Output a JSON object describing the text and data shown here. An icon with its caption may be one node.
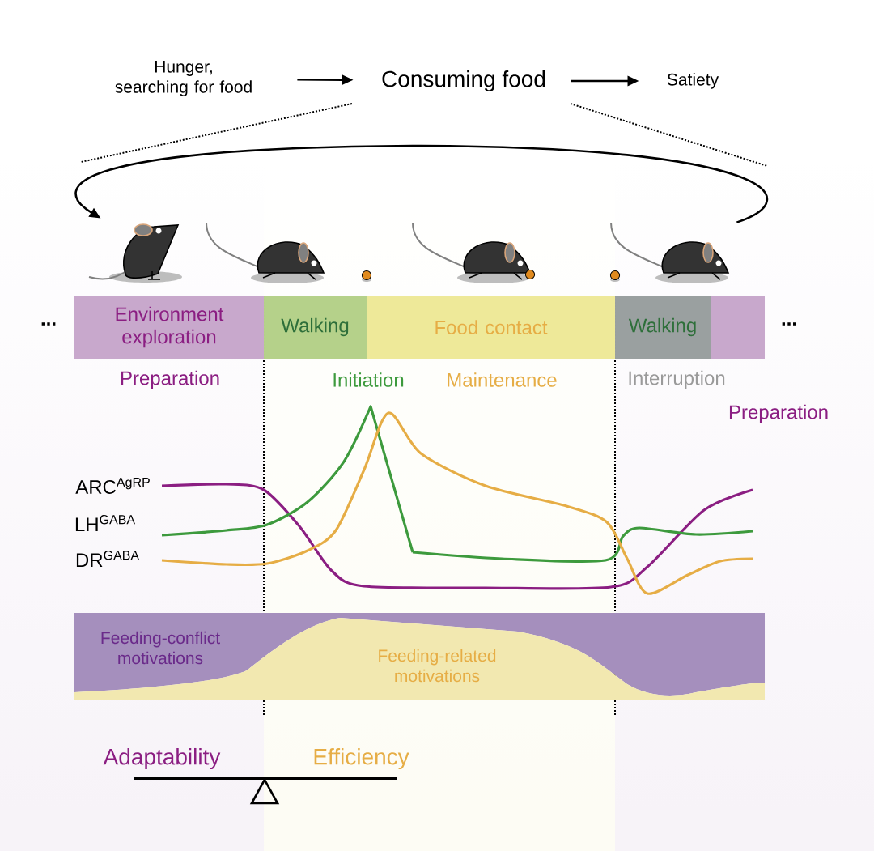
{
  "diagram": {
    "nodes": [
      {
        "text": [
          "Hunger, searching for food"
        ]
      },
      {
        "text": [
          "Consuming food"
        ]
      },
      {
        "text": [
          "Satiety"
        ]
      },
      {
        "text": [],
        "shape": "picture"
      },
      {
        "text": [],
        "shape": "picture"
      },
      {
        "text": [],
        "shape": "picture"
      },
      {
        "text": [],
        "shape": "picture"
      },
      {
        "text": [
          "Environment exploration"
        ]
      },
      {
        "text": [
          "Walking"
        ]
      },
      {
        "text": [
          "Food contact"
        ]
      },
      {
        "text": [
          "Walking"
        ]
      },
      {
        "text": [],
        "shape": "bar"
      },
      {
        "text": [
          "Feeding-conflict motivations"
        ]
      },
      {
        "text": [
          "Feeding-related motivations"
        ]
      }
    ],
    "edges": [
      {
        "from": 0,
        "to": 1,
        "arrow": "to"
      },
      {
        "from": 1,
        "to": 2,
        "arrow": "to"
      },
      {
        "from": 6,
        "to": 3,
        "arrow": "to"
      }
    ],
    "labels": [
      "...",
      "...",
      "Preparation",
      "Initiation",
      "Maintenance",
      "Interruption",
      "Preparation",
      "ARC$^{AgRP}$",
      "LH$^{GABA}$",
      "DR$^{GABA}$",
      "Adaptability",
      "Efficiency"
    ]
  }
}
